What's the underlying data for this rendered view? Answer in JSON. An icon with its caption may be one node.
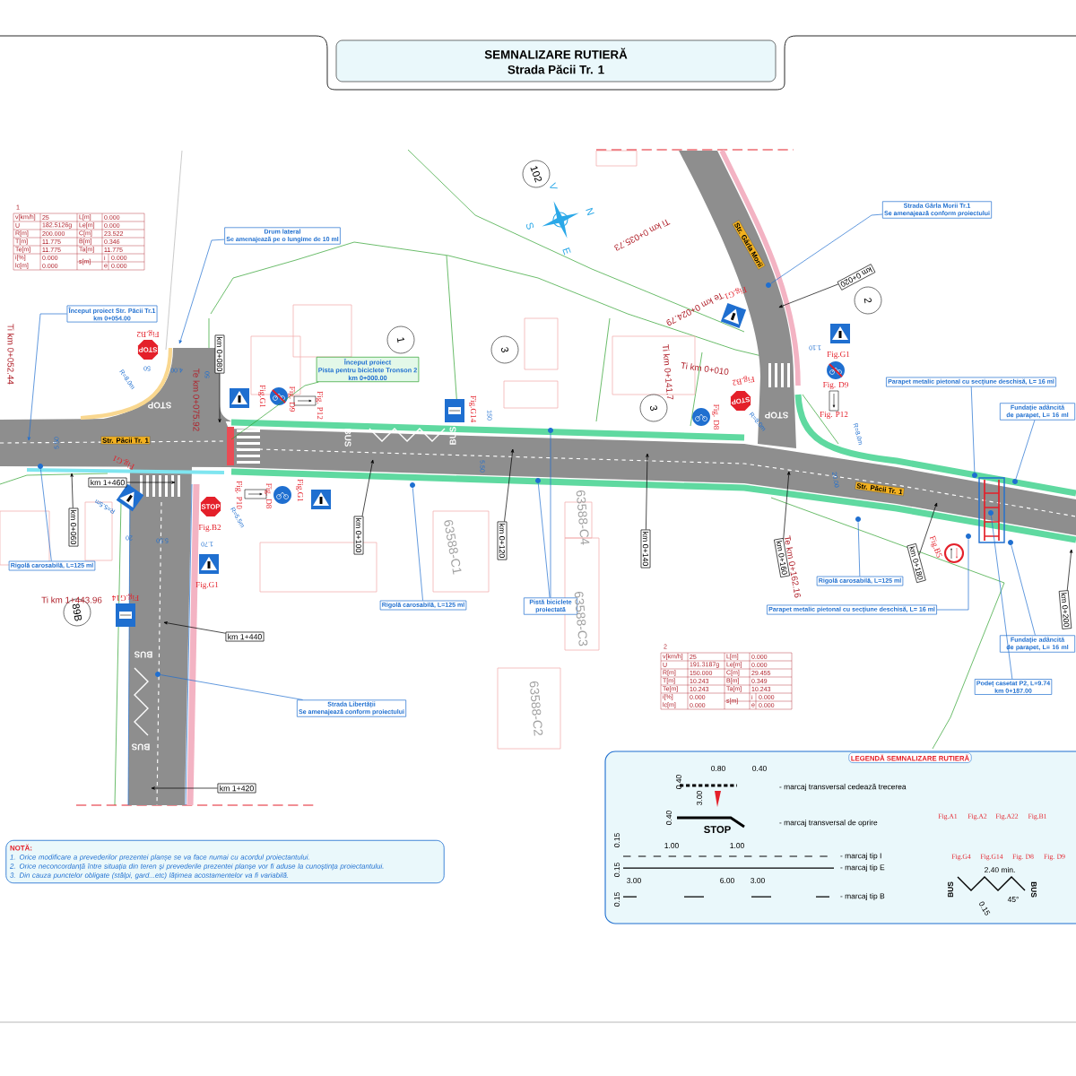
{
  "diagram": {
    "nodes": [
      {
        "text": [
          "SEMNALIZARE RUTIERĂ",
          "Strada Păcii Tr. 1"
        ]
      },
      {
        "text": [
          "Început proiect Str. Păcii Tr.1",
          "km 0+054.00"
        ]
      },
      {
        "text": [
          "Drum lateral",
          "Se amenajează pe o lungime de 10 ml"
        ]
      },
      {
        "text": [
          "Început proiect",
          "Pista pentru biciclete Tronson 2",
          "km 0+000.00"
        ]
      },
      {
        "text": [
          "Strada Gârla Morii Tr.1",
          "Se amenajează conform proiectului"
        ]
      },
      {
        "text": [
          "Parapet metalic pietonal cu secțiune deschisă, L= 16 ml"
        ]
      },
      {
        "text": [
          "Fundație adâncită de parapet, L= 16 ml"
        ]
      },
      {
        "text": [
          "Rigolă carosabilă, L=125 ml"
        ]
      },
      {
        "text": [
          "Rigolă carosabilă, L=125 ml"
        ]
      },
      {
        "text": [
          "Pistă biciclete proiectată"
        ]
      },
      {
        "text": [
          "Rigolă carosabilă, L=125 ml"
        ]
      },
      {
        "text": [
          "Parapet metalic pietonal cu secțiune deschisă, L= 16 ml"
        ]
      },
      {
        "text": [
          "Podeț casetat P2, L=9.74",
          "km 0+187.00"
        ]
      },
      {
        "text": [
          "Fundație adâncită de parapet, L= 16 ml"
        ]
      },
      {
        "text": [
          "Strada Libertății",
          "Se amenajează conform proiectului"
        ]
      },
      {
        "text": [
          "km 0+080"
        ]
      },
      {
        "text": [
          "km 0+060"
        ]
      },
      {
        "text": [
          "km 1+460"
        ]
      },
      {
        "text": [
          "km 0+100"
        ]
      },
      {
        "text": [
          "km 0+120"
        ]
      },
      {
        "text": [
          "km 0+140"
        ]
      },
      {
        "text": [
          "km 0+160"
        ]
      },
      {
        "text": [
          "km 0+180"
        ]
      },
      {
        "text": [
          "km 0+200"
        ]
      },
      {
        "text": [
          "km 0+020"
        ]
      },
      {
        "text": [
          "km 1+440"
        ]
      },
      {
        "text": [
          "km 1+420"
        ]
      },
      {
        "text": [
          "Str. Păcii Tr. 1"
        ]
      },
      {
        "text": [
          "Str. Păcii Tr. 1"
        ]
      },
      {
        "text": [
          "Str. Gârla Morii"
        ]
      },
      {
        "text": [
          "102"
        ]
      },
      {
        "text": [
          "1"
        ]
      },
      {
        "text": [
          "3"
        ]
      },
      {
        "text": [
          "3"
        ]
      },
      {
        "text": [
          "2"
        ]
      },
      {
        "text": [
          "89B"
        ]
      },
      {
        "text": [
          "NOTĂ:",
          "1. Orice modificare a prevederilor prezentei planșe se va face numai cu acordul proiectantului.",
          "2. Orice neconcordanță între situația din teren și prevederile prezentei planșe vor fi aduse la cunoștința proiectantului.",
          "3. Din cauza punctelor obligate (stâlpi, gard...etc) lățimea acostamentelor va fi variabilă."
        ]
      },
      {
        "text": [
          "LEGENDĂ SEMNALIZARE RUTIERĂ"
        ]
      },
      {
        "text": [],
        "shape": "circle"
      },
      {
        "text": [],
        "shape": "circle"
      },
      {
        "text": [],
        "shape": "circle"
      },
      {
        "text": [],
        "shape": "circle"
      },
      {
        "text": [],
        "shape": "circle"
      },
      {
        "text": [],
        "shape": "circle"
      },
      {
        "text": [],
        "shape": "circle"
      },
      {
        "text": [],
        "shape": "circle"
      },
      {
        "text": [],
        "shape": "circle"
      },
      {
        "text": [],
        "shape": "circle"
      },
      {
        "text": [],
        "shape": "circle"
      },
      {
        "text": [],
        "shape": "circle"
      }
    ],
    "edges": [
      {
        "from": 1,
        "to": null,
        "arrow": "to"
      },
      {
        "from": 2,
        "to": null,
        "arrow": "to"
      },
      {
        "from": 3,
        "to": null,
        "arrow": "none",
        "color": "#2da02d"
      },
      {
        "from": 4,
        "to": 43,
        "arrow": "none"
      },
      {
        "from": 5,
        "to": 46,
        "arrow": "none"
      },
      {
        "from": 6,
        "to": 49,
        "arrow": "none"
      },
      {
        "from": 7,
        "to": 38,
        "arrow": "none"
      },
      {
        "from": 8,
        "to": 40,
        "arrow": "none"
      },
      {
        "from": 9,
        "to": 41,
        "arrow": "none"
      },
      {
        "from": 9,
        "to": 42,
        "arrow": "none"
      },
      {
        "from": 10,
        "to": 44,
        "arrow": "none"
      },
      {
        "from": 11,
        "to": 45,
        "arrow": "none"
      },
      {
        "from": 12,
        "to": 47,
        "arrow": "none"
      },
      {
        "from": 13,
        "to": 48,
        "arrow": "none"
      },
      {
        "from": 14,
        "to": 39,
        "arrow": "none"
      },
      {
        "from": 15,
        "to": null,
        "arrow": "to",
        "color": "#000000"
      },
      {
        "from": 16,
        "to": null,
        "arrow": "to",
        "color": "#000000"
      },
      {
        "from": 17,
        "to": null,
        "arrow": "to",
        "color": "#000000"
      },
      {
        "from": 18,
        "to": null,
        "arrow": "to",
        "color": "#000000"
      },
      {
        "from": 19,
        "to": null,
        "arrow": "to",
        "color": "#000000"
      },
      {
        "from": 20,
        "to": null,
        "arrow": "to",
        "color": "#000000"
      },
      {
        "from": 21,
        "to": null,
        "arrow": "to",
        "color": "#000000"
      },
      {
        "from": 22,
        "to": null,
        "arrow": "to",
        "color": "#000000"
      },
      {
        "from": 23,
        "to": null,
        "arrow": "to",
        "color": "#000000"
      },
      {
        "from": 24,
        "to": null,
        "arrow": "to",
        "color": "#000000"
      },
      {
        "from": 25,
        "to": null,
        "arrow": "to",
        "color": "#000000"
      },
      {
        "from": 26,
        "to": null,
        "arrow": "to",
        "color": "#000000"
      }
    ],
    "labels": [
      "Ti km 0+052.44",
      "Te km 0+075.92",
      "Ti km 0+035.73",
      "Te km 0+024.79",
      "Ti km 0+141.7",
      "Ti km 0+010",
      "Te km 0+162.16",
      "Ti km 1+443.96",
      "Fig.B2",
      "Fig.G1",
      "Fig. D9",
      "Fig. P12",
      "Fig.G14",
      "Fig. D8",
      "Fig.B2",
      "Fig.G1",
      "Fig.G1",
      "Fig. D9",
      "Fig. P12",
      "Fig.G1",
      "Fig. P10",
      "Fig. D8",
      "Fig.G1",
      "Fig.B2",
      "Fig.G1",
      "Fig.G14",
      "Fig.B5",
      "STOP",
      "STOP",
      "STOP",
      "STOP",
      "STOP",
      "BUS",
      "BUS",
      "BUS",
      "BUS",
      "5.50",
      "50",
      "4.00",
      "50",
      "R=8.0m",
      "150",
      "5.50",
      "20.00",
      "1.10",
      "R=8.0m",
      "R=8.0m",
      "R=5.5m",
      "R=5.5m",
      "20",
      "5.50",
      "1.70",
      "63588-C1",
      "63588-C4",
      "63588-C3",
      "63588-C2",
      "N",
      "S",
      "E",
      "V",
      "0.80",
      "0.40",
      "0.40",
      "3.00",
      "0.40",
      "STOP",
      "0.15",
      "1.00",
      "1.00",
      "0.15",
      "3.00",
      "6.00",
      "3.00",
      "0.15",
      "2.40 min.",
      "BUS",
      "BUS",
      "45°",
      "0.15",
      "Fig.A1",
      "Fig.A2",
      "Fig.A22",
      "Fig.B1",
      "Fig.G4",
      "Fig.G14",
      "Fig. D8",
      "Fig. D9",
      "1",
      "v[km/h]",
      "25",
      "L[m]",
      "0.000",
      "U",
      "182.5126g",
      "Le[m]",
      "0.000",
      "R[m]",
      "200.000",
      "C[m]",
      "23.522",
      "T[m]",
      "11.775",
      "B[m]",
      "0.346",
      "Te[m]",
      "11.775",
      "Ta[m]",
      "11.775",
      "i[%]",
      "0.000",
      "s[m]",
      "i",
      "0.000",
      "lc[m]",
      "0.000",
      "e",
      "0.000",
      "2",
      "v[km/h]",
      "25",
      "L[m]",
      "0.000",
      "U",
      "191.3187g",
      "Le[m]",
      "0.000",
      "R[m]",
      "150.000",
      "C[m]",
      "29.455",
      "T[m]",
      "10.243",
      "B[m]",
      "0.349",
      "Te[m]",
      "10.243",
      "Ta[m]",
      "10.243",
      "i[%]",
      "0.000",
      "s[m]",
      "i",
      "0.000",
      "lc[m]",
      "0.000",
      "e",
      "0.000"
    ],
    "legend": [
      {
        "text": "- marcaj transversal cedează trecerea"
      },
      {
        "text": "- marcaj transversal de oprire"
      },
      {
        "text": "- marcaj tip I"
      },
      {
        "text": "- marcaj tip E"
      },
      {
        "text": "- marcaj tip B"
      }
    ]
  }
}
